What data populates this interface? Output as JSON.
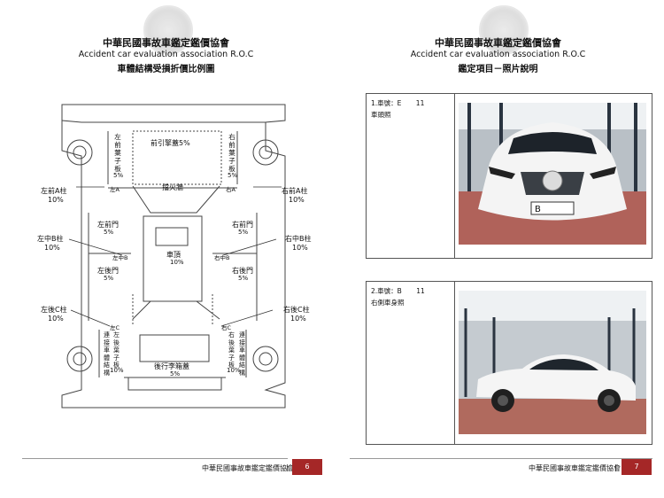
{
  "left_page": {
    "header": {
      "org_zh": "中華民國事故車鑑定鑑價協會",
      "org_en": "Accident car evaluation association R.O.C",
      "subtitle": "車體結構受損折價比例圖"
    },
    "diagram": {
      "front_hood": "前引擎蓋5%",
      "left_front_fender": [
        "左",
        "前",
        "葉",
        "子",
        "板"
      ],
      "left_front_fender_pct": "5%",
      "right_front_fender": [
        "右",
        "前",
        "葉",
        "子",
        "板"
      ],
      "right_front_fender_pct": "5%",
      "firewall": "擋火牆",
      "left_a_pillar_label": "左前A柱",
      "left_a_pillar_pct": "10%",
      "right_a_pillar_label": "右前A柱",
      "right_a_pillar_pct": "10%",
      "left_a_mark": "左A",
      "right_a_mark": "右A",
      "left_front_door": "左前門",
      "left_front_door_pct": "5%",
      "right_front_door": "右前門",
      "right_front_door_pct": "5%",
      "left_b_pillar_label": "左中B柱",
      "left_b_pillar_pct": "10%",
      "right_b_pillar_label": "右中B柱",
      "right_b_pillar_pct": "10%",
      "left_b_mark": "左中B",
      "right_b_mark": "右中B",
      "roof": "車頂",
      "roof_pct": "10%",
      "left_rear_door": "左後門",
      "left_rear_door_pct": "5%",
      "right_rear_door": "右後門",
      "right_rear_door_pct": "5%",
      "left_c_pillar_label": "左後C柱",
      "left_c_pillar_pct": "10%",
      "right_c_pillar_label": "右後C柱",
      "right_c_pillar_pct": "10%",
      "left_c_mark": "左C",
      "right_c_mark": "右C",
      "left_rear_fender": "左後葉子板",
      "right_rear_fender": "右後葉子板",
      "left_rear_struct": "連接車體結構",
      "right_rear_struct": "連接車體結構",
      "left_rear_fender_pct": "10%",
      "right_rear_fender_pct": "10%",
      "trunk": "後行李箱蓋",
      "trunk_pct": "5%"
    },
    "footer": {
      "text": "中華民國事故車鑑定鑑價協會",
      "page": "6"
    }
  },
  "right_page": {
    "header": {
      "org_zh": "中華民國事故車鑑定鑑價協會",
      "org_en": "Accident car evaluation association R.O.C",
      "subtitle": "鑑定項目－照片說明"
    },
    "photos": [
      {
        "label": "1.車號：E",
        "num": "11",
        "desc": "車頭照"
      },
      {
        "label": "2.車號：B",
        "num": "11",
        "desc": "右側車身照"
      }
    ],
    "plate_text": "B",
    "footer": {
      "text": "中華民國事故車鑑定鑑價協會",
      "page": "7"
    }
  },
  "colors": {
    "accent": "#a52727",
    "line": "#555555"
  }
}
